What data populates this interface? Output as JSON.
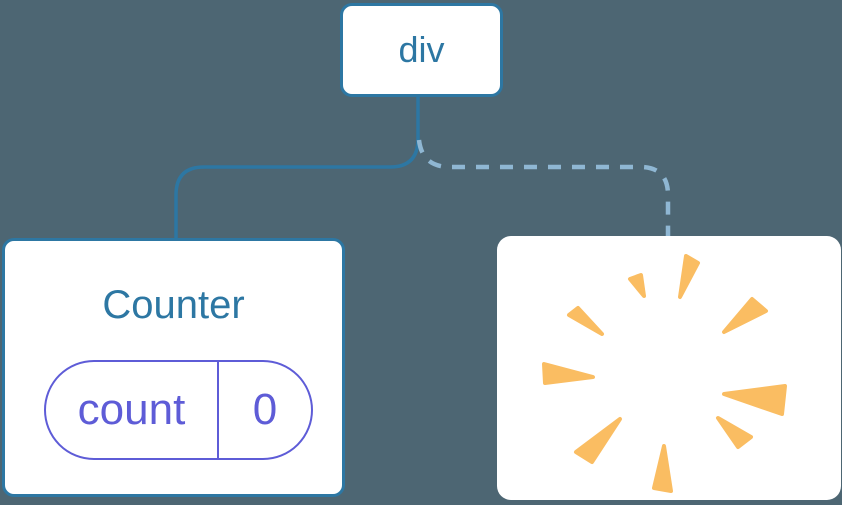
{
  "diagram": {
    "root": {
      "label": "div"
    },
    "counter": {
      "title": "Counter",
      "state_key": "count",
      "state_value": "0"
    },
    "removed": {
      "icon": "poof-explosion"
    }
  },
  "colors": {
    "background": "#4d6673",
    "node_fill": "#ffffff",
    "node_border": "#2d77a3",
    "node_text": "#2d77a3",
    "solid_link": "#2d77a3",
    "dashed_link": "#8fb7d3",
    "state_accent": "#5e5cd7",
    "poof_orange": "#fabd62"
  }
}
